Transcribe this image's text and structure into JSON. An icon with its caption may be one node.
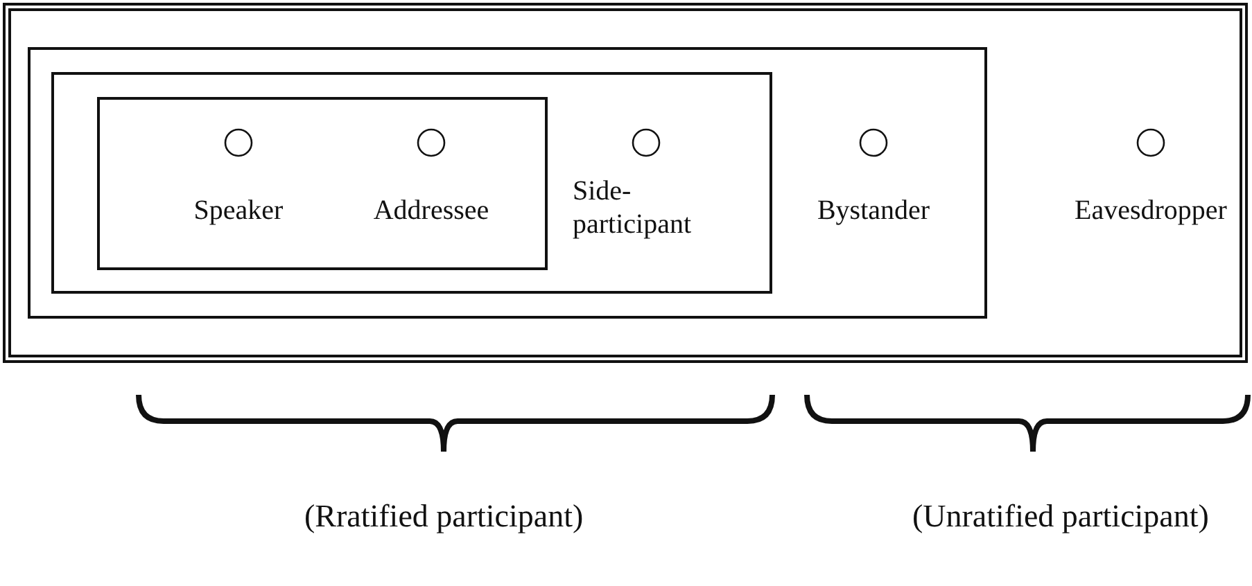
{
  "diagram": {
    "nodes": [
      {
        "text": [],
        "shape": "box"
      },
      {
        "text": [],
        "shape": "box",
        "in": 0
      },
      {
        "text": [],
        "shape": "box",
        "in": 1
      },
      {
        "text": [],
        "shape": "box",
        "in": 2
      },
      {
        "text": [
          "Speaker"
        ],
        "in": 3
      },
      {
        "text": [
          "Addressee"
        ],
        "in": 3
      },
      {
        "text": [
          "Side-participant"
        ],
        "in": 2
      },
      {
        "text": [
          "Bystander"
        ],
        "in": 1
      },
      {
        "text": [
          "Eavesdropper"
        ],
        "in": 0
      }
    ],
    "edges": [],
    "labels": [
      "(Rratified participant)",
      "(Unratified participant)"
    ]
  }
}
